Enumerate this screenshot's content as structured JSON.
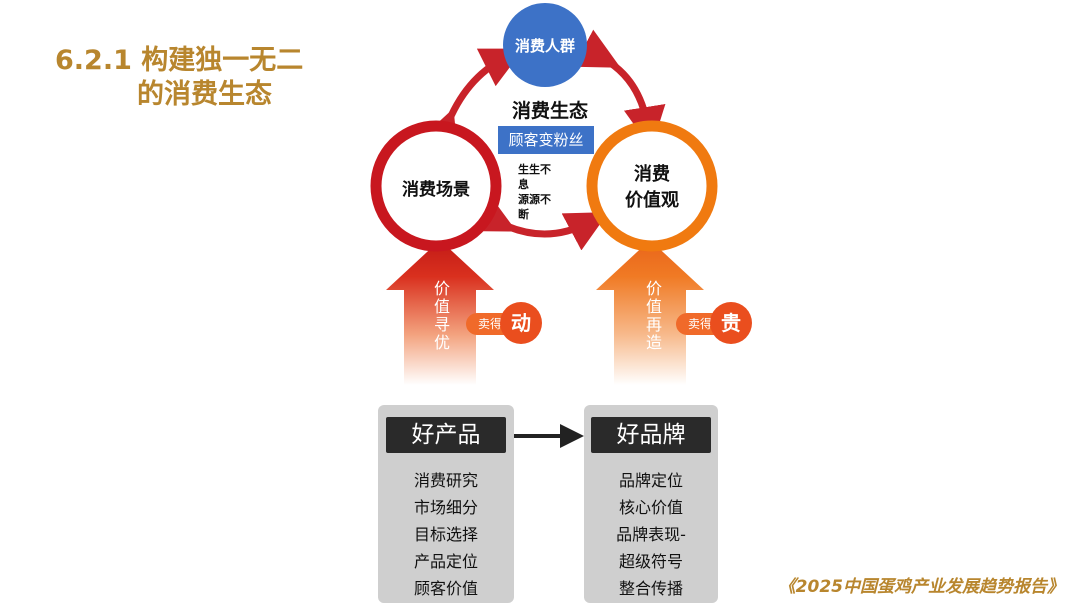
{
  "title": {
    "line1": "6.2.1 构建独一无二",
    "line2": "的消费生态"
  },
  "center": {
    "heading": "消费生态",
    "tag": "顾客变粉丝",
    "side_text": [
      "生生不",
      "息",
      "源源不",
      "断"
    ]
  },
  "circles": {
    "top": "消费人群",
    "left": "消费场景",
    "right_line1": "消费",
    "right_line2": "价值观"
  },
  "arrows": {
    "left_vertical": "价值寻优",
    "right_vertical": "价值再造",
    "left_pill": "卖得",
    "left_badge": "动",
    "right_pill": "卖得",
    "right_badge": "贵"
  },
  "boxes": {
    "left": {
      "head": "好产品",
      "items": [
        "消费研究",
        "市场细分",
        "目标选择",
        "产品定位",
        "顾客价值"
      ]
    },
    "right": {
      "head": "好品牌",
      "items": [
        "品牌定位",
        "核心价值",
        "品牌表现-",
        "超级符号",
        "整合传播"
      ]
    }
  },
  "footer": "《2025中国蛋鸡产业发展趋势报告》",
  "colors": {
    "title": "#b8862e",
    "red": "#c8171f",
    "orange": "#f07a10",
    "blue": "#3d72c7",
    "box": "#cfcfcf"
  }
}
